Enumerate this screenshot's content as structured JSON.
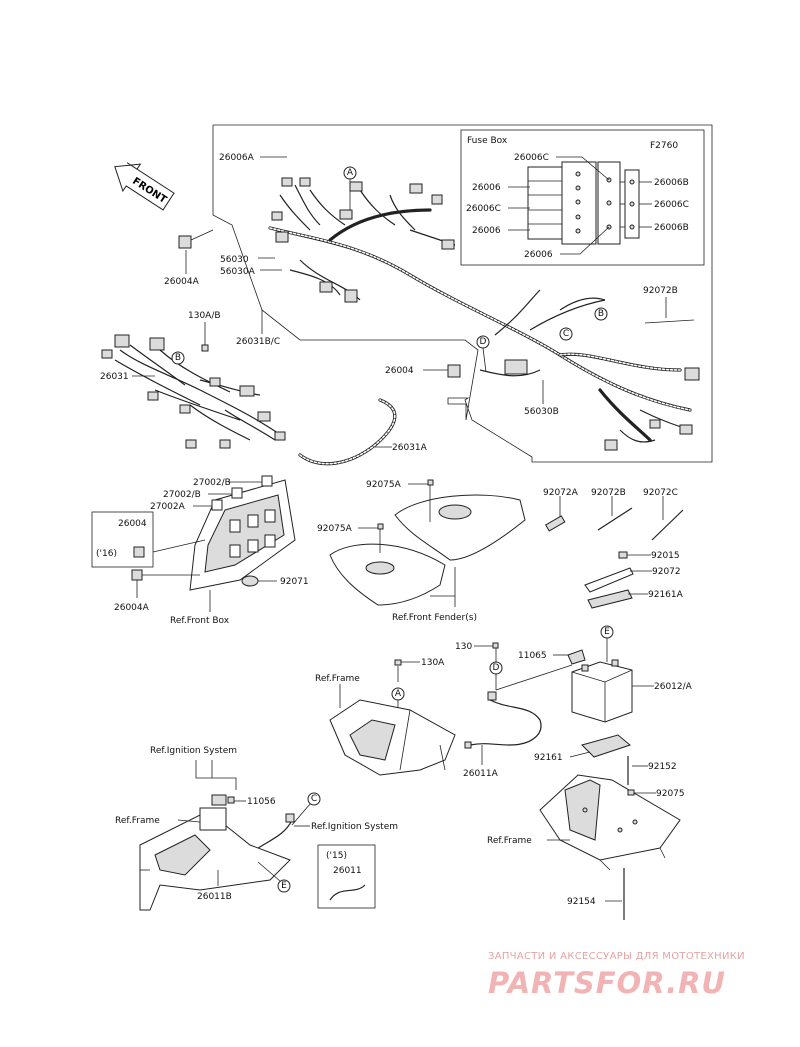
{
  "diagram_code": "F2760",
  "fuse_box_title": "Fuse Box",
  "front_label": "FRONT",
  "labels": {
    "p26006A": "26006A",
    "p26006C_top": "26006C",
    "p26006_1": "26006",
    "p26006C_2": "26006C",
    "p26006_3": "26006",
    "p26006_4": "26006",
    "p26006B_1": "26006B",
    "p26006C_r": "26006C",
    "p26006B_2": "26006B",
    "p56030": "56030",
    "p56030A": "56030A",
    "p26004A_top": "26004A",
    "p130AB": "130A/B",
    "p26031BC": "26031B/C",
    "p92072B_top": "92072B",
    "p26031": "26031",
    "p26004_mid": "26004",
    "p56030B": "56030B",
    "p26031A": "26031A",
    "p27002B_1": "27002/B",
    "p27002B_2": "27002/B",
    "p27002A": "27002A",
    "p92075A_1": "92075A",
    "p92075A_2": "92075A",
    "p92072A": "92072A",
    "p92072B": "92072B",
    "p92072C": "92072C",
    "p26004_box": "26004",
    "p16": "('16)",
    "p26004A_low": "26004A",
    "p92071": "92071",
    "ref_front_box": "Ref.Front Box",
    "ref_front_fenders": "Ref.Front Fender(s)",
    "p92015": "92015",
    "p92072": "92072",
    "p92161A": "92161A",
    "p130": "130",
    "p130A": "130A",
    "p11065": "11065",
    "ref_frame_1": "Ref.Frame",
    "p26012A": "26012/A",
    "p26011A": "26011A",
    "p92161": "92161",
    "p92152": "92152",
    "ref_ignition_1": "Ref.Ignition System",
    "p11056": "11056",
    "ref_ignition_2": "Ref.Ignition System",
    "p92075": "92075",
    "ref_frame_2": "Ref.Frame",
    "ref_frame_3": "Ref.Frame",
    "p15": "('15)",
    "p26011": "26011",
    "p26011B": "26011B",
    "p92154": "92154"
  },
  "callouts": {
    "A1": "A",
    "B1": "B",
    "C1": "C",
    "B2": "B",
    "D1": "D",
    "E1": "E",
    "D2": "D",
    "A2": "A",
    "C2": "C",
    "E2": "E"
  },
  "watermark": {
    "tagline": "ЗАПЧАСТИ И АКСЕССУАРЫ ДЛЯ МОТОТЕХНИКИ",
    "logo": "PARTSFOR.RU"
  }
}
